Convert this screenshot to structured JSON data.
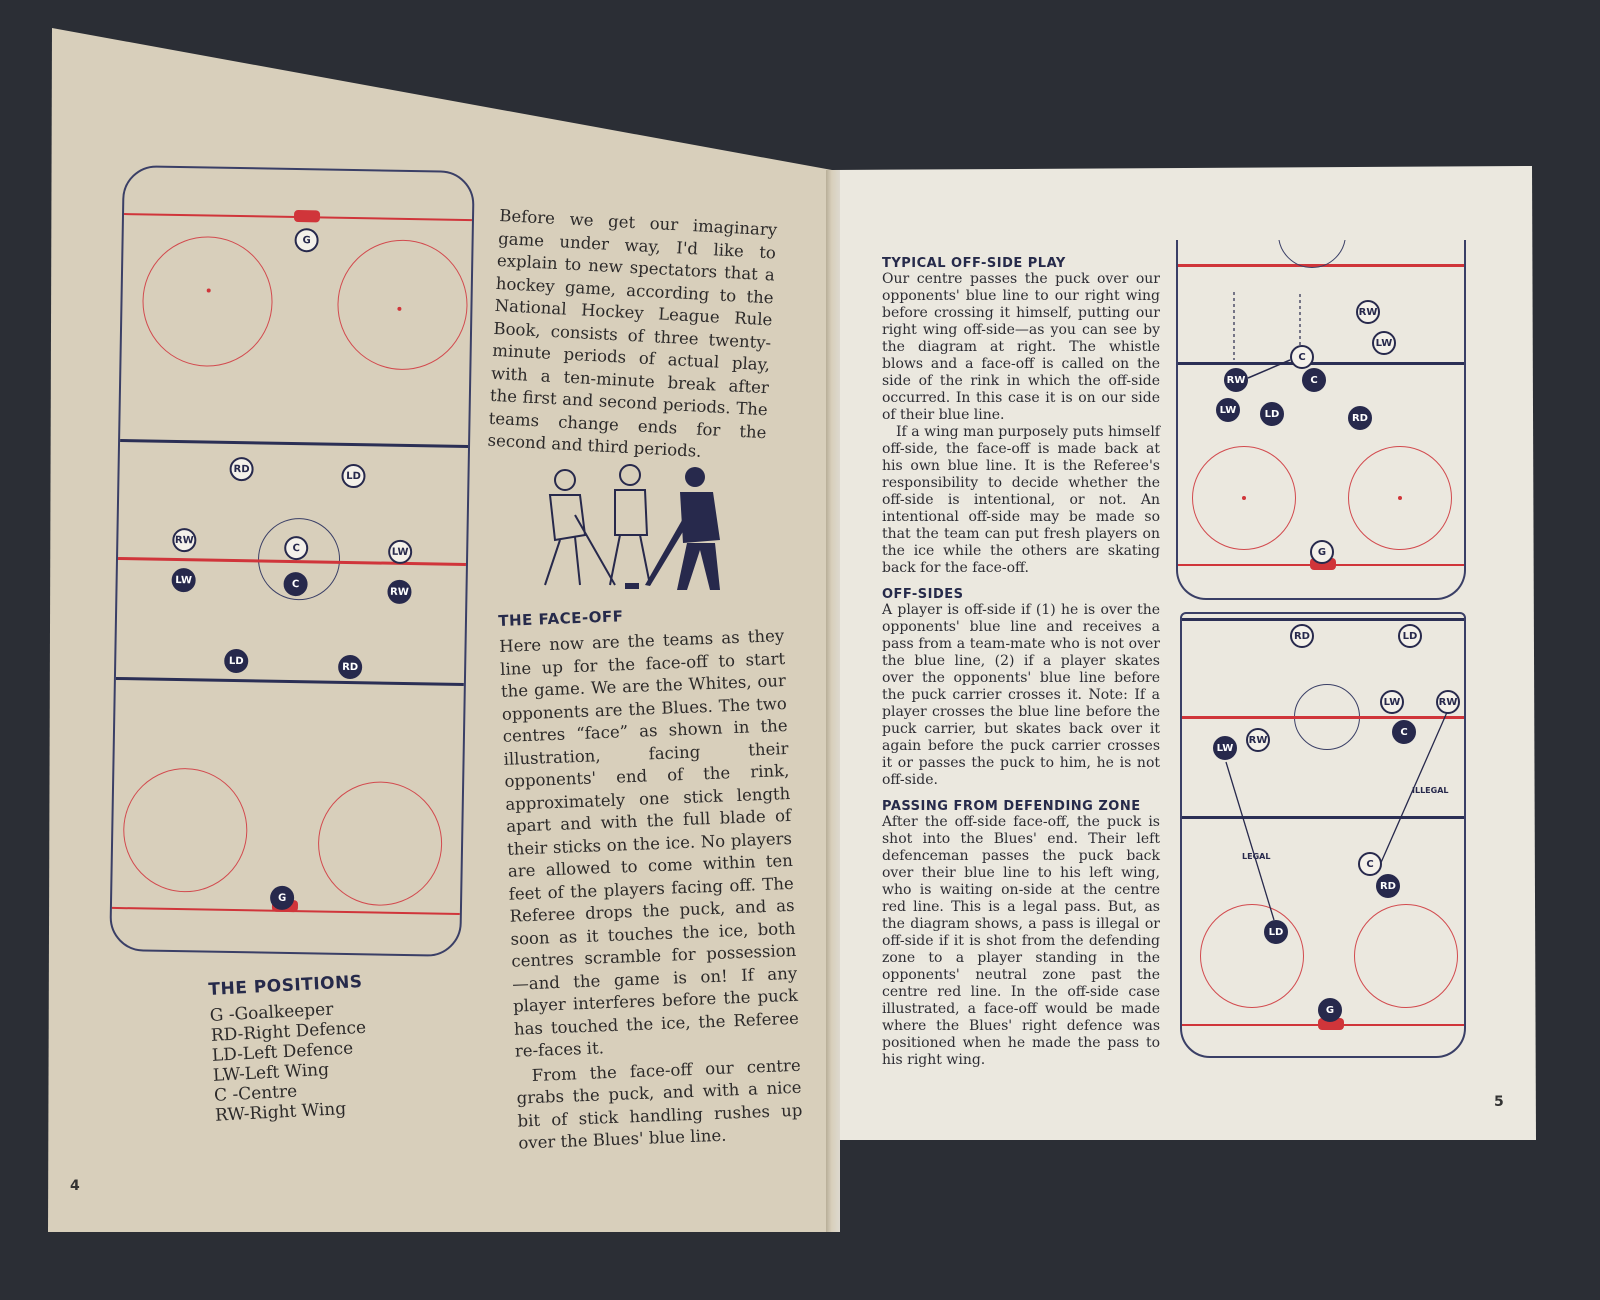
{
  "left_page": {
    "intro": "Before we get our imaginary game under way, I'd like to explain to new spectators that a hockey game, according to the National Hockey League Rule Book, consists of three twenty-minute periods of actual play, with a ten-minute break after the first and second periods. The teams change ends for the second and third periods.",
    "faceoff_heading": "THE FACE-OFF",
    "faceoff_text": "Here now are the teams as they line up for the face-off to start the game. We are the Whites, our opponents are the Blues. The two centres “face” as shown in the illustration, facing their opponents' end of the rink, approximately one stick length apart and with the full blade of their sticks on the ice. No players are allowed to come within ten feet of the players facing off. The Referee drops the puck, and as soon as it touches the ice, both centres scramble for possession—and the game is on! If any player interferes before the puck has touched the ice, the Referee re-faces it.",
    "faceoff_text2": "From the face-off our centre grabs the puck, and with a nice bit of stick handling rushes up over the Blues' blue line.",
    "positions_heading": "THE POSITIONS",
    "positions": [
      "G -Goalkeeper",
      "RD-Right Defence",
      "LD-Left Defence",
      "LW-Left Wing",
      "C -Centre",
      "RW-Right Wing"
    ],
    "page_number": "4",
    "rink_players": {
      "g1": "G",
      "rd1": "RD",
      "ld1": "LD",
      "rw1": "RW",
      "c1": "C",
      "lw1": "LW",
      "lw2": "LW",
      "c2": "C",
      "rw2": "RW",
      "ld2": "LD",
      "rd2": "RD",
      "g2": "G"
    }
  },
  "right_page": {
    "h1": "TYPICAL OFF-SIDE PLAY",
    "p1": "Our centre passes the puck over our opponents' blue line to our right wing before crossing it himself, putting our right wing off-side—as you can see by the diagram at right. The whistle blows and a face-off is called on the side of the rink in which the off-side occurred. In this case it is on our side of their blue line.",
    "p2": "If a wing man purposely puts himself off-side, the face-off is made back at his own blue line. It is the Referee's responsibility to decide whether the off-side is intentional, or not. An intentional off-side may be made so that the team can put fresh players on the ice while the others are skating back for the face-off.",
    "h2": "OFF-SIDES",
    "p3": "A player is off-side if (1) he is over the opponents' blue line and receives a pass from a team-mate who is not over the blue line, (2) if a player skates over the opponents' blue line before the puck carrier crosses it. Note: If a player crosses the blue line before the puck carrier, but skates back over it again before the puck carrier crosses it or passes the puck to him, he is not off-side.",
    "h3": "PASSING FROM DEFENDING ZONE",
    "p4": "After the off-side face-off, the puck is shot into the Blues' end. Their left defenceman passes the puck back over their blue line to his left wing, who is waiting on-side at the centre red line. This is a legal pass. But, as the diagram shows, a pass is illegal or off-side if it is shot from the defending zone to a player standing in the opponents' neutral zone past the centre red line. In the off-side case illustrated, a face-off would be made where the Blues' right defence was positioned when he made the pass to his right wing.",
    "page_number": "5",
    "diagram1_players": {
      "rw_top": "RW",
      "lw_top": "LW",
      "c_w": "C",
      "rw_b": "RW",
      "c_b": "C",
      "lw_b": "LW",
      "ld_b": "LD",
      "rd_b": "RD",
      "g": "G"
    },
    "diagram2_players": {
      "rd": "RD",
      "ld": "LD",
      "lw_w": "LW",
      "rw_w": "RW",
      "c_b": "C",
      "lw_b": "LW",
      "rw_b2": "RW",
      "c_w": "C",
      "rd_b": "RD",
      "ld_b": "LD",
      "g": "G"
    },
    "legal_label": "LEGAL",
    "illegal_label": "ILLEGAL"
  }
}
